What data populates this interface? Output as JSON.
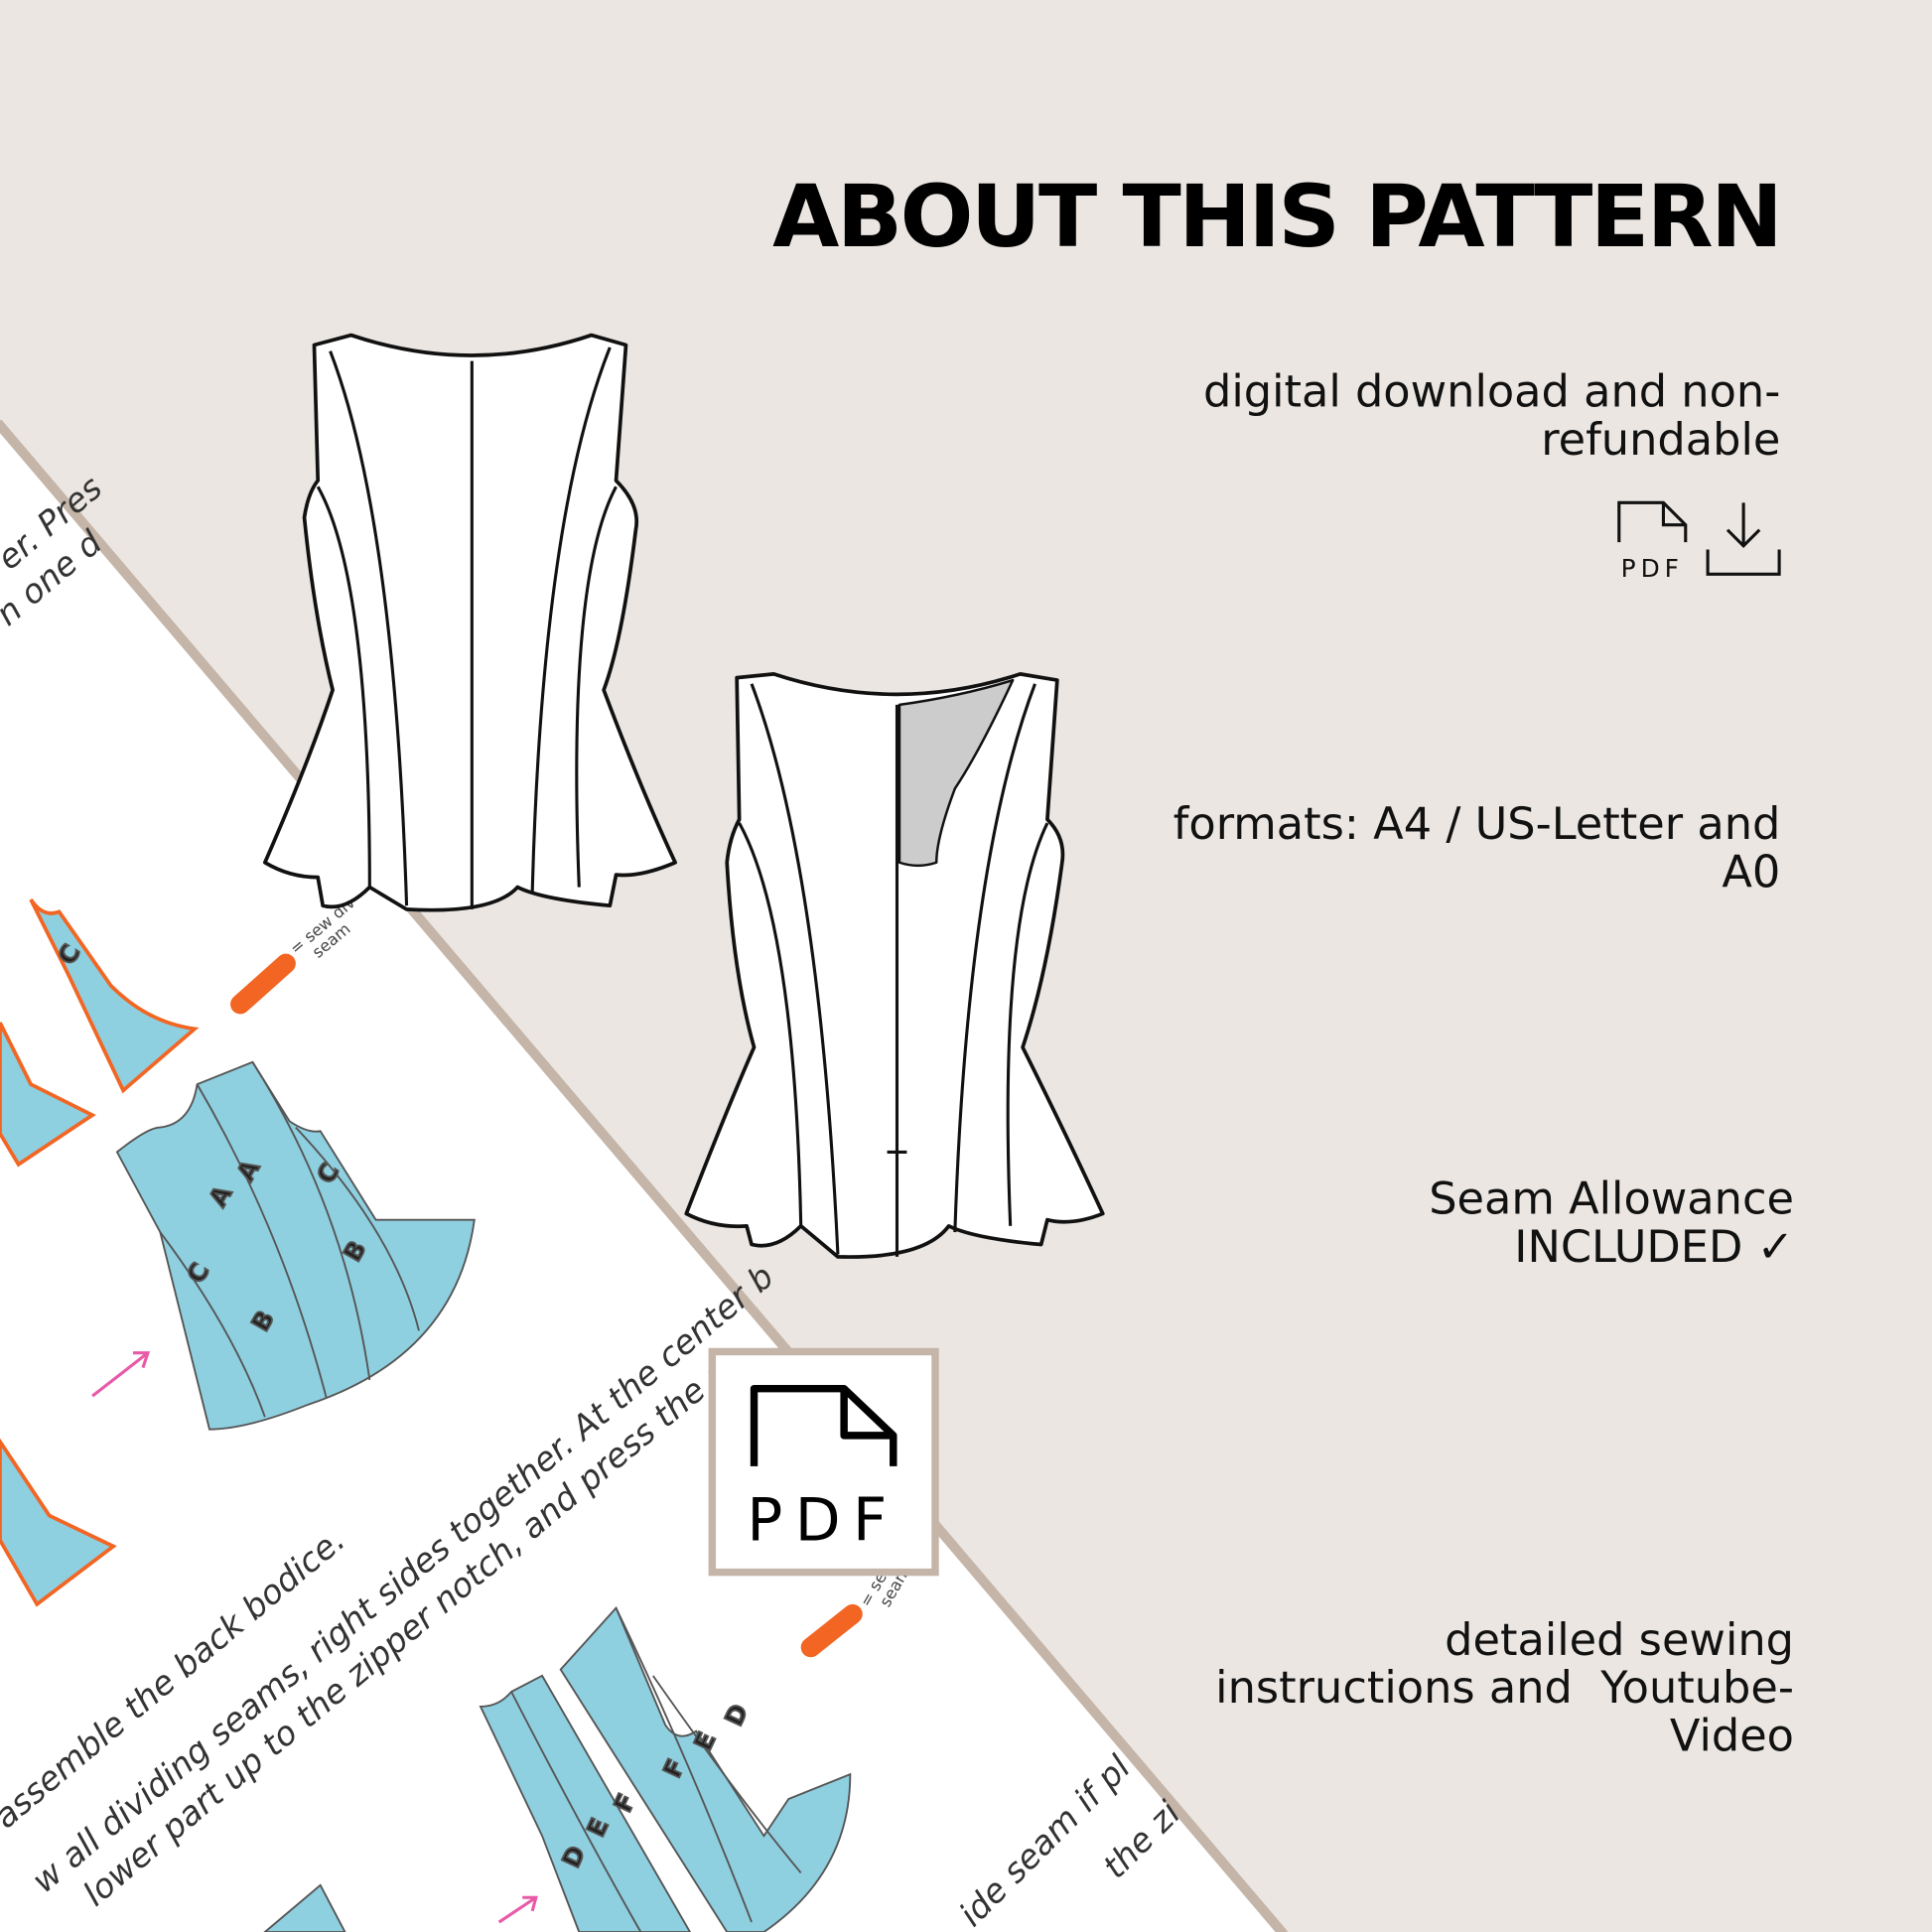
{
  "title": "ABOUT THIS PATTERN",
  "features": [
    {
      "lines": [
        "digital download and non-",
        "refundable"
      ],
      "icons": [
        "pdf-file-icon",
        "download-icon"
      ],
      "icon_label": "PDF"
    },
    {
      "lines": [
        "formats: A4 / US-Letter and",
        "A0"
      ]
    },
    {
      "lines": [
        "Seam Allowance",
        "INCLUDED ✓"
      ]
    },
    {
      "lines": [
        "detailed sewing",
        "instructions and  Youtube-",
        "Video"
      ]
    }
  ],
  "pdf_badge": {
    "label": "PDF",
    "icon": "pdf-file-icon"
  },
  "instruction_page": {
    "text_fragments": [
      "er. Pres",
      "n one d",
      "assemble the back bodice.",
      "w all dividing seams, right sides together. At the center b",
      "lower part up to the zipper notch, and press the se",
      "ide seam if pl",
      "the zi"
    ],
    "legend": [
      "= sew div",
      "seam"
    ],
    "legend2": [
      "= sew",
      "seam"
    ],
    "piece_labels_top": [
      "C",
      "A",
      "A",
      "C",
      "C",
      "B",
      "B"
    ],
    "piece_labels_bottom": [
      "D",
      "E",
      "F",
      "F",
      "E",
      "D"
    ]
  },
  "colors": {
    "background": "#ebe6e1",
    "page_edge": "#c4b5a8",
    "piece_fill": "#8ecfe0",
    "seam_orange": "#f26522",
    "arrow_pink": "#e85aa8"
  }
}
